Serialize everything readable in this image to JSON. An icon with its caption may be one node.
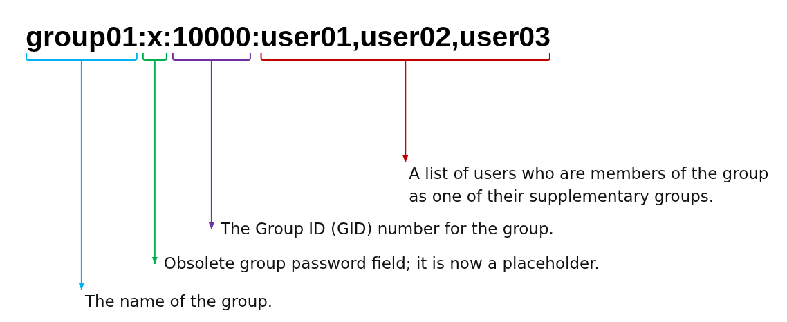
{
  "diagram": {
    "nodes": [
      {
        "text": [
          "group01"
        ]
      },
      {
        "text": [
          "x"
        ]
      },
      {
        "text": [
          "10000"
        ]
      },
      {
        "text": [
          "user01,user02,user03"
        ]
      },
      {
        "text": [
          "A list of users who are members of the group as one of their supplementary groups."
        ]
      },
      {
        "text": [
          "The Group ID (GID) number for the group."
        ]
      },
      {
        "text": [
          "Obsolete group password field; it is now a placeholder."
        ]
      },
      {
        "text": [
          "The name of the group."
        ]
      }
    ],
    "edges": [
      {
        "from": 0,
        "to": 7,
        "arrow": "to",
        "color": "#00b0f0"
      },
      {
        "from": 1,
        "to": 6,
        "arrow": "to",
        "color": "#00b050"
      },
      {
        "from": 2,
        "to": 5,
        "arrow": "to",
        "color": "#7030a0"
      },
      {
        "from": 3,
        "to": 4,
        "arrow": "to",
        "color": "#c00000"
      }
    ],
    "labels": [
      ":",
      ":",
      ":"
    ]
  }
}
